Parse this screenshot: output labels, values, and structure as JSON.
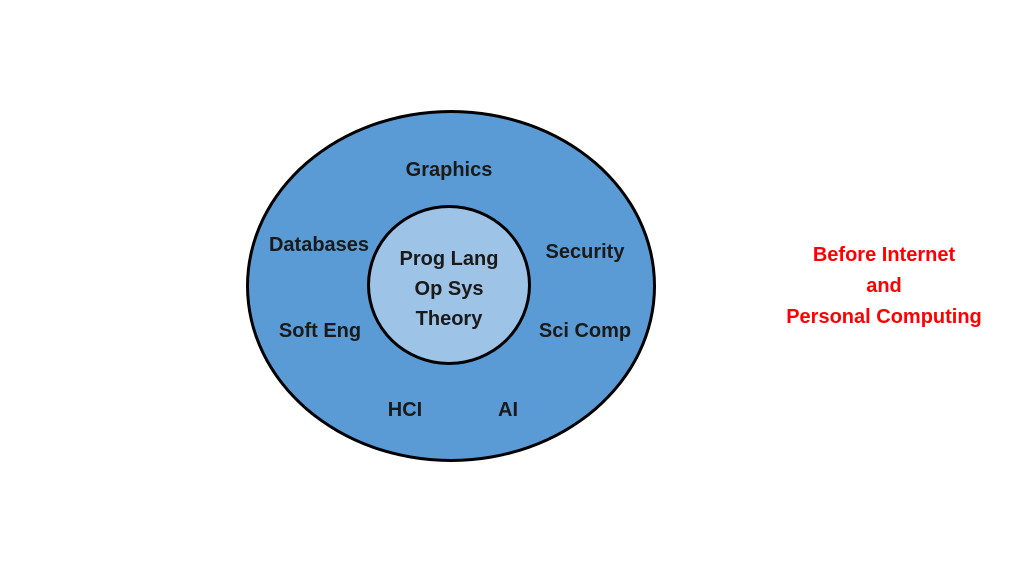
{
  "diagram": {
    "outer_areas": {
      "graphics": "Graphics",
      "databases": "Databases",
      "security": "Security",
      "soft_eng": "Soft Eng",
      "sci_comp": "Sci Comp",
      "hci": "HCI",
      "ai": "AI"
    },
    "core_areas": [
      "Prog Lang",
      "Op Sys",
      "Theory"
    ],
    "note_lines": [
      "Before Internet",
      "and",
      "Personal Computing"
    ]
  },
  "colors": {
    "outer_fill": "#5b9bd5",
    "inner_fill": "#9dc3e6",
    "outline": "#000000",
    "note_text": "#ff0000"
  }
}
